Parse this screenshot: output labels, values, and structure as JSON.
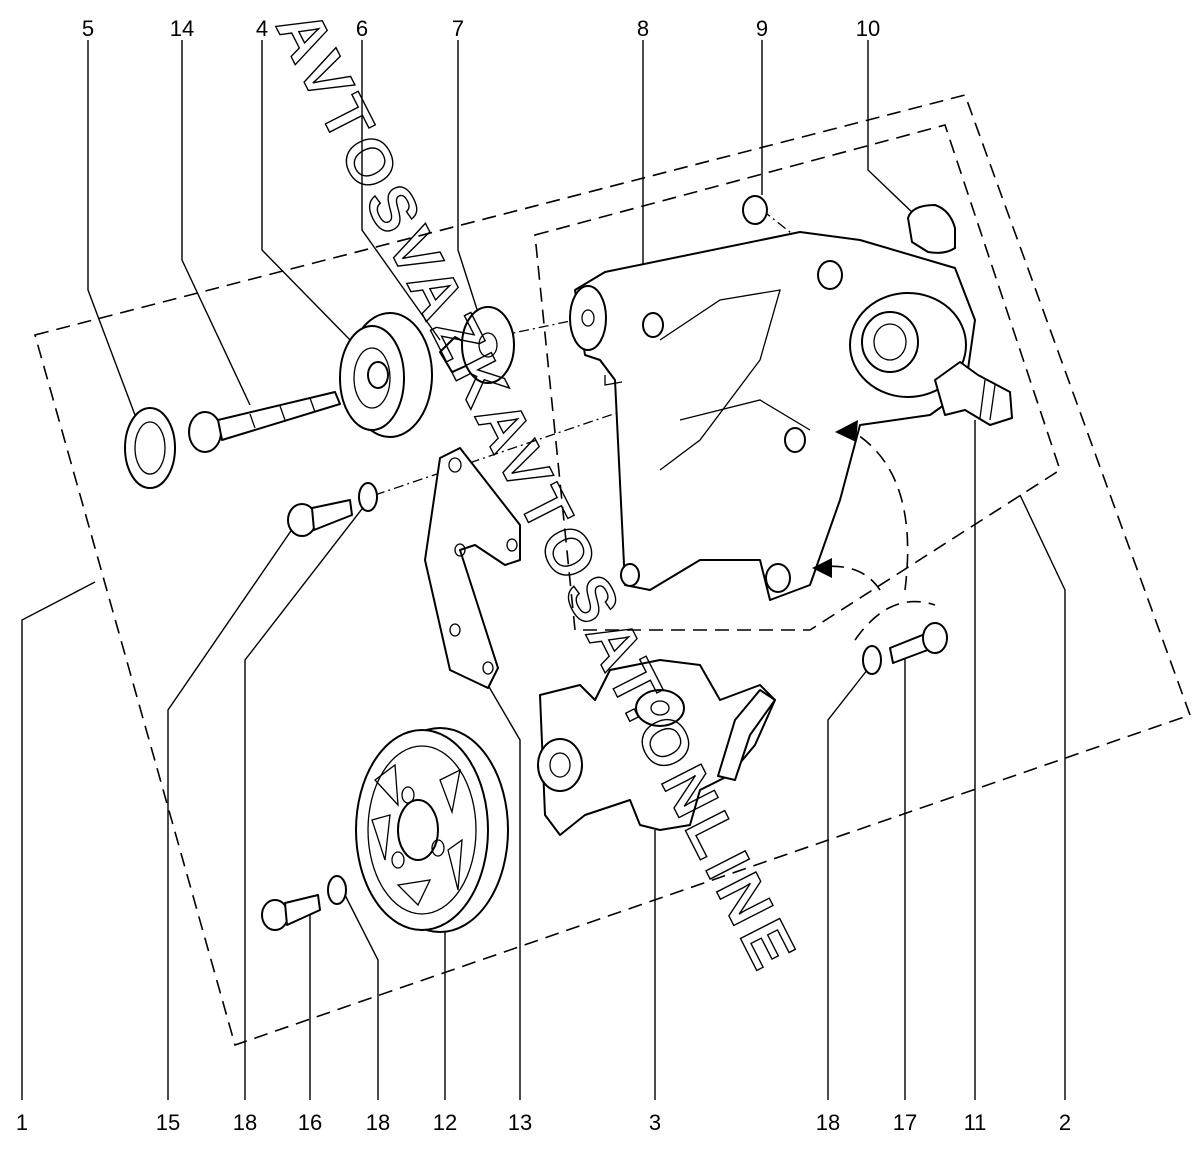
{
  "diagram": {
    "watermark": "AVTOSVAZKAVTOSAT.ONLINE",
    "top_labels": [
      "5",
      "14",
      "4",
      "6",
      "7",
      "8",
      "9",
      "10"
    ],
    "bottom_labels": [
      "1",
      "15",
      "18",
      "16",
      "18",
      "12",
      "13",
      "3",
      "18",
      "17",
      "11",
      "2"
    ]
  }
}
